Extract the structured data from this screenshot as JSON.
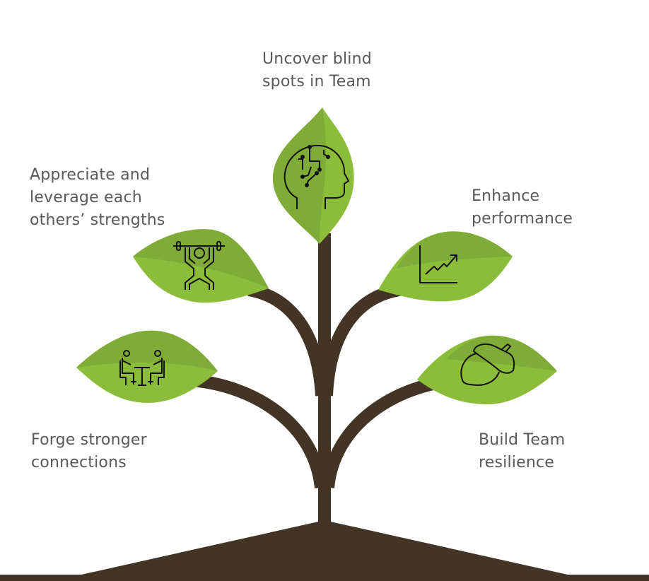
{
  "diagram": {
    "title": "Team growth plant",
    "colors": {
      "stem": "#433526",
      "leaf_light": "#8cbd3a",
      "leaf_dark": "#7fab39",
      "icon_stroke": "#111111",
      "text": "#595959"
    },
    "leaves": [
      {
        "id": "top",
        "icon": "brain-circuit-head-icon",
        "lines": [
          "Uncover blind",
          "spots in Team"
        ]
      },
      {
        "id": "upper-left",
        "icon": "weightlifter-icon",
        "lines": [
          "Appreciate and",
          "leverage each",
          "others’ strengths"
        ]
      },
      {
        "id": "upper-right",
        "icon": "growth-chart-icon",
        "lines": [
          "Enhance",
          "performance"
        ]
      },
      {
        "id": "lower-left",
        "icon": "people-meeting-icon",
        "lines": [
          "Forge stronger",
          "connections"
        ]
      },
      {
        "id": "lower-right",
        "icon": "acorn-icon",
        "lines": [
          "Build Team",
          "resilience"
        ]
      }
    ]
  }
}
